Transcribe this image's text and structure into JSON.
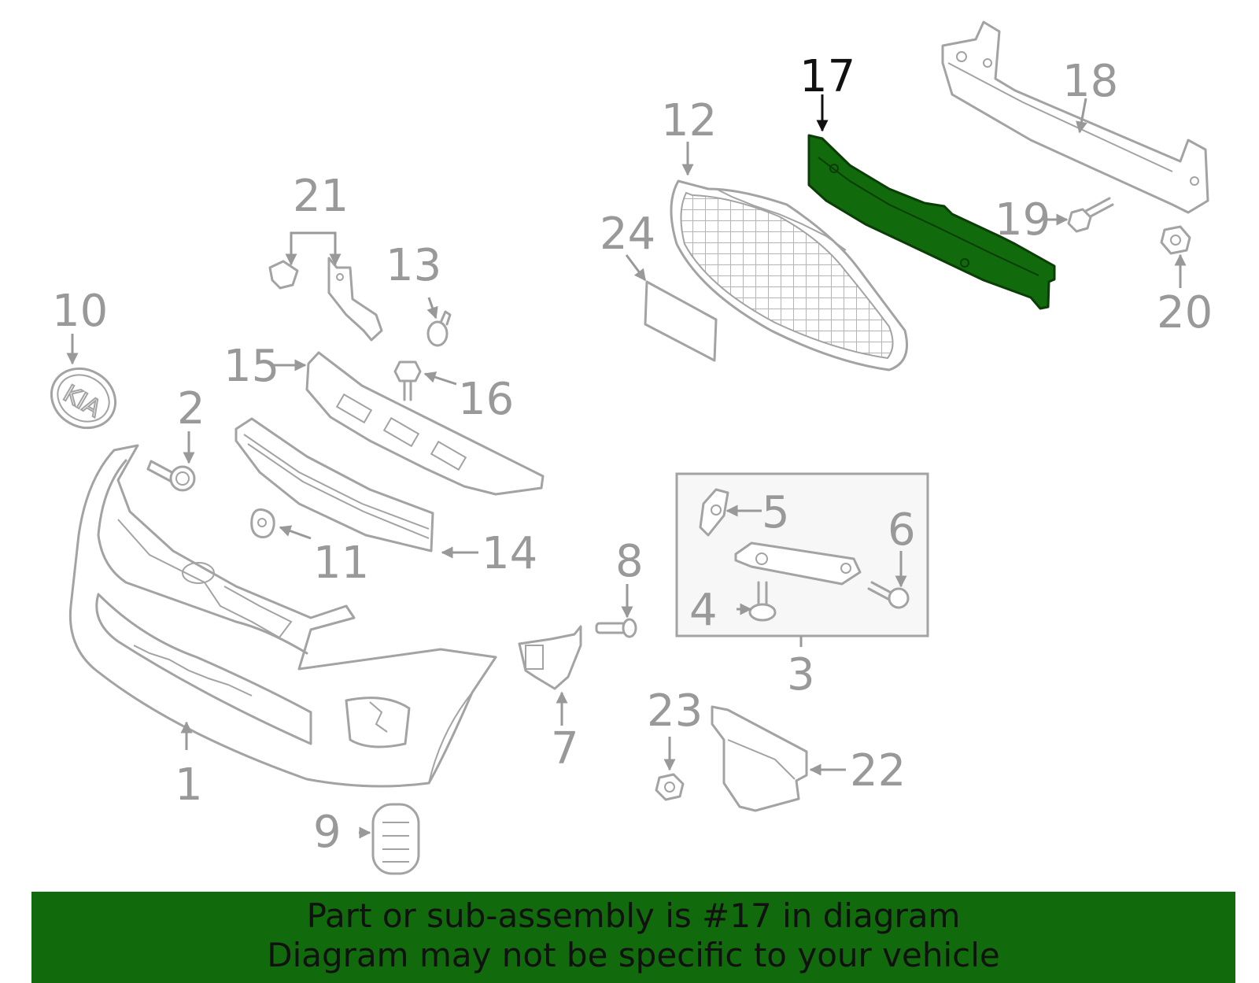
{
  "diagram": {
    "highlight_color": "#116a0b",
    "highlighted_part": "17",
    "callouts": [
      "1",
      "2",
      "3",
      "4",
      "5",
      "6",
      "7",
      "8",
      "9",
      "10",
      "11",
      "12",
      "13",
      "14",
      "15",
      "16",
      "17",
      "18",
      "19",
      "20",
      "21",
      "22",
      "23",
      "24"
    ]
  },
  "banner": {
    "line1": "Part or sub-assembly is #17 in diagram",
    "line2": "Diagram may not be specific to your vehicle"
  }
}
